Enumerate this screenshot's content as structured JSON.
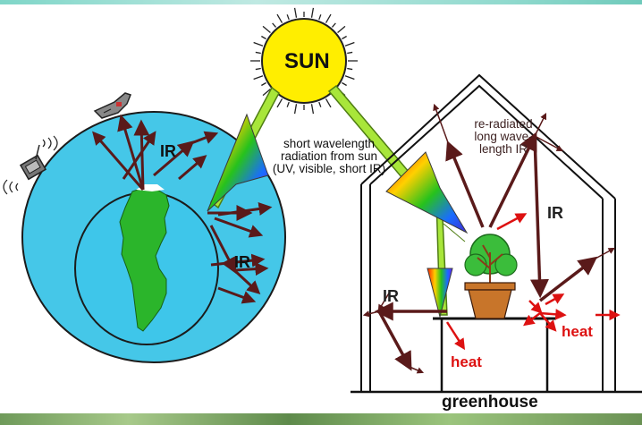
{
  "labels": {
    "sun": "SUN",
    "ir_earth_top": "IR",
    "ir_earth_right": "IR",
    "short_wave": [
      "short wavelength",
      "radiation from sun",
      "(UV, visible, short IR)"
    ],
    "reradiated": [
      "re-radiated",
      "long wave-",
      "length IR"
    ],
    "ir_house_right": "IR",
    "ir_house_left": "IR",
    "heat_left": "heat",
    "heat_right": "heat",
    "greenhouse": "greenhouse"
  },
  "colors": {
    "sun_fill": "#ffee00",
    "ocean": "#3fc8ea",
    "land": "#2bb52b",
    "arrow_brown": "#5a1a1a",
    "heat_red": "#dd1111",
    "beam_green": "#a8e63a"
  }
}
